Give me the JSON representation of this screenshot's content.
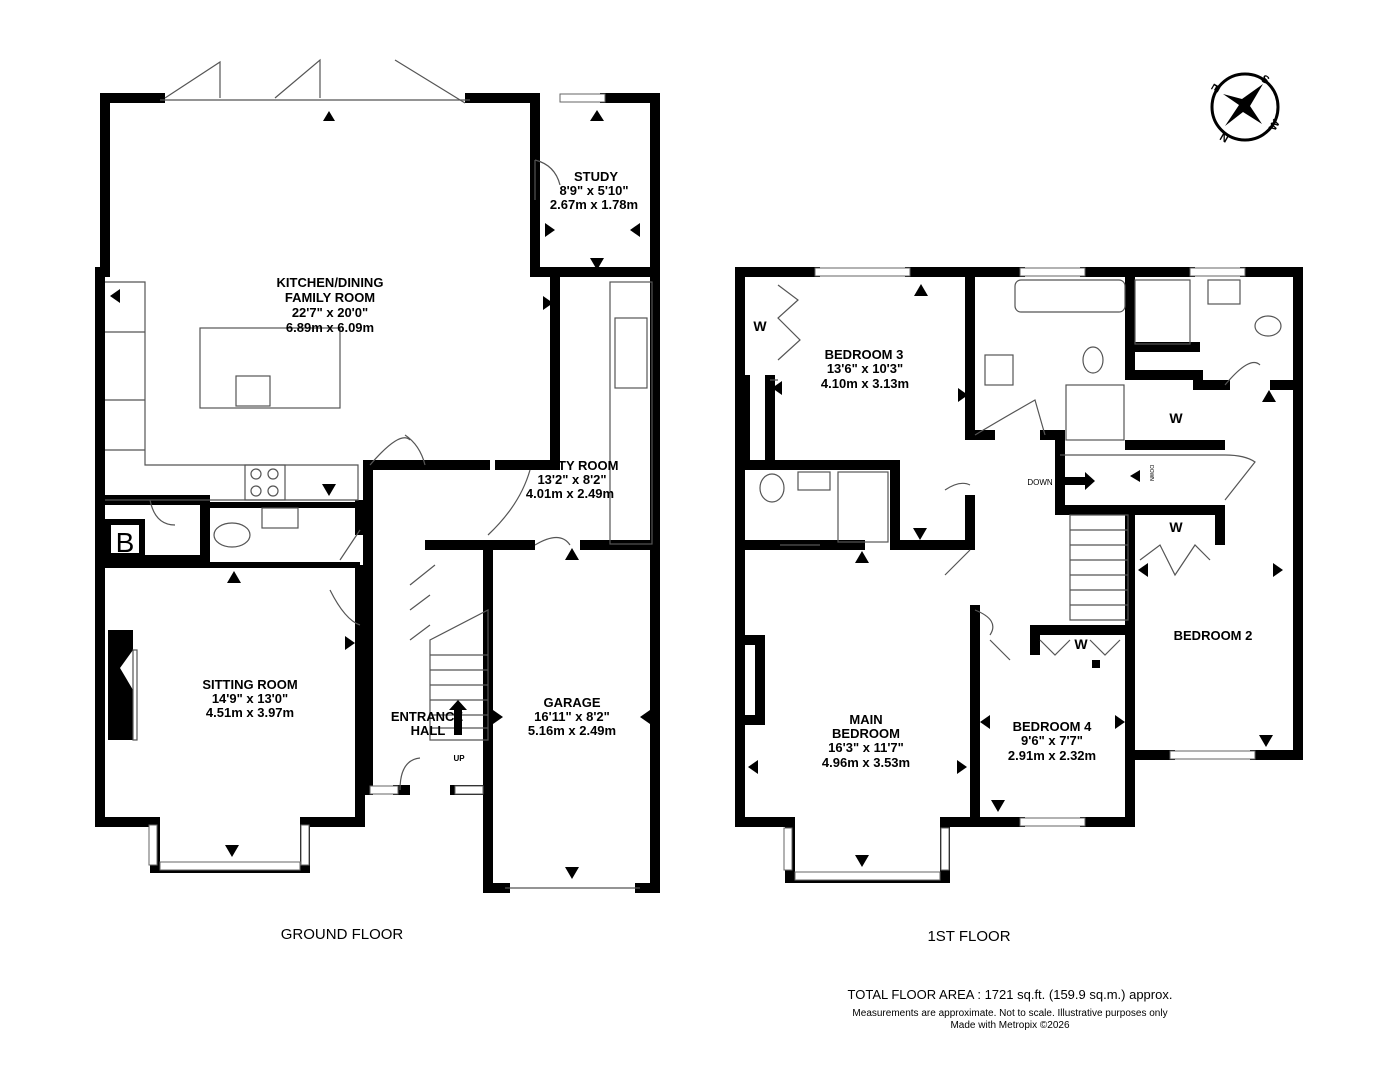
{
  "ground_floor": {
    "caption": "GROUND FLOOR",
    "rooms": {
      "kitchen": {
        "name1": "KITCHEN/DINING",
        "name2": "FAMILY ROOM",
        "imperial": "22'7\"  x 20'0\"",
        "metric": "6.89m  x 6.09m"
      },
      "study": {
        "name": "STUDY",
        "imperial": "8'9\"  x 5'10\"",
        "metric": "2.67m  x 1.78m"
      },
      "utility": {
        "name": "UTILITY ROOM",
        "imperial": "13'2\"  x 8'2\"",
        "metric": "4.01m  x 2.49m"
      },
      "sitting": {
        "name": "SITTING ROOM",
        "imperial": "14'9\"  x 13'0\"",
        "metric": "4.51m  x 3.97m"
      },
      "hall": {
        "name1": "ENTRANCE",
        "name2": "HALL",
        "stairs": "UP"
      },
      "garage": {
        "name": "GARAGE",
        "imperial": "16'11\"  x 8'2\"",
        "metric": "5.16m  x 2.49m"
      },
      "boiler": {
        "label": "B"
      }
    }
  },
  "first_floor": {
    "caption": "1ST FLOOR",
    "rooms": {
      "bedroom3": {
        "name": "BEDROOM 3",
        "imperial": "13'6\"  x 10'3\"",
        "metric": "4.10m  x 3.13m",
        "wardrobe": "W"
      },
      "main": {
        "name1": "MAIN",
        "name2": "BEDROOM",
        "imperial": "16'3\"  x 11'7\"",
        "metric": "4.96m  x 3.53m"
      },
      "bedroom4": {
        "name": "BEDROOM 4",
        "imperial": "9'6\"  x 7'7\"",
        "metric": "2.91m  x 2.32m",
        "wardrobe": "W"
      },
      "bedroom2": {
        "name": "BEDROOM 2",
        "wardrobe1": "W",
        "wardrobe2": "W"
      },
      "landing": {
        "stairs": "DOWN",
        "stairs2": "DOWN"
      }
    }
  },
  "compass": {
    "n": "N",
    "s": "S",
    "e": "E",
    "w": "W"
  },
  "footer": {
    "total": "TOTAL FLOOR AREA : 1721 sq.ft. (159.9 sq.m.) approx.",
    "disclaimer": "Measurements are approximate.  Not to scale.  Illustrative purposes only",
    "credit": "Made with Metropix ©2026"
  }
}
